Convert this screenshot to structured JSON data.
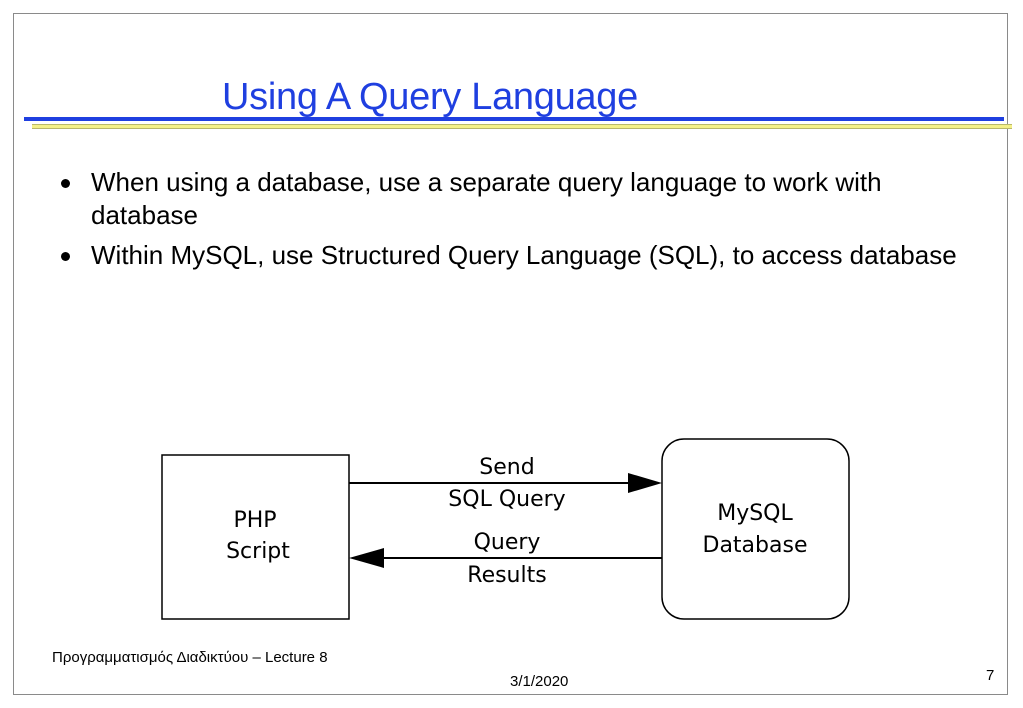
{
  "slide": {
    "title": "Using A Query Language",
    "bullets": [
      "When using a database, use a separate query language to work with database",
      "Within MySQL, use Structured Query Language (SQL), to access database"
    ]
  },
  "diagram": {
    "php_box": {
      "line1": "PHP",
      "line2": "Script"
    },
    "db_box": {
      "line1": "MySQL",
      "line2": "Database"
    },
    "send_label": {
      "line1": "Send",
      "line2": "SQL Query"
    },
    "results_label": {
      "line1": "Query",
      "line2": "Results"
    }
  },
  "footer": {
    "course": "Προγραμματισμός Διαδικτύου – Lecture 8",
    "date": "3/1/2020",
    "page": "7"
  },
  "colors": {
    "title": "#1f3fe0",
    "rule_blue": "#1f3fe0",
    "rule_yellow": "#f4f088"
  }
}
